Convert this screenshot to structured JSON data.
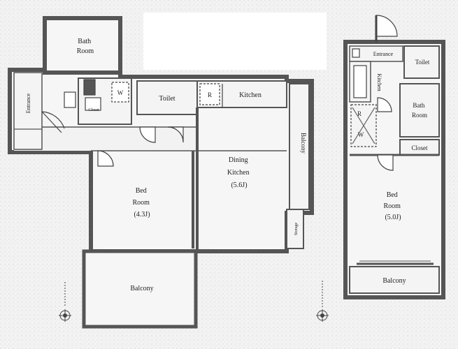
{
  "labels": {
    "left_bath_room": [
      "Bath",
      "Room"
    ],
    "left_toilet": "Toilet",
    "left_entrance": "Entrance",
    "left_kitchen": "Kitchen",
    "left_dining_kitchen": [
      "Dining",
      "Kitchen",
      "(5.6J)"
    ],
    "left_balcony_side": "Balcony",
    "left_bed_room": [
      "Bed",
      "Room",
      "(4.3J)"
    ],
    "left_balcony_bottom": "Balcony",
    "left_closet": "Closet",
    "left_w": "W",
    "left_r": "R",
    "left_storage": "Storage",
    "right_entrance": "Entrance",
    "right_toilet": "Toilet",
    "right_kitchen": "Kitchen",
    "right_bath_room": [
      "Bath",
      "Room"
    ],
    "right_closet": "Closet",
    "right_r": "R",
    "right_w": "W",
    "right_bed_room": [
      "Bed",
      "Room",
      "(5.0J)"
    ],
    "right_balcony": "Balcony"
  },
  "icons": [
    "compass-icon",
    "compass-icon"
  ],
  "colors": {
    "wall": "#5a5a5a",
    "floor": "#f2f2f2",
    "line": "#444444"
  }
}
